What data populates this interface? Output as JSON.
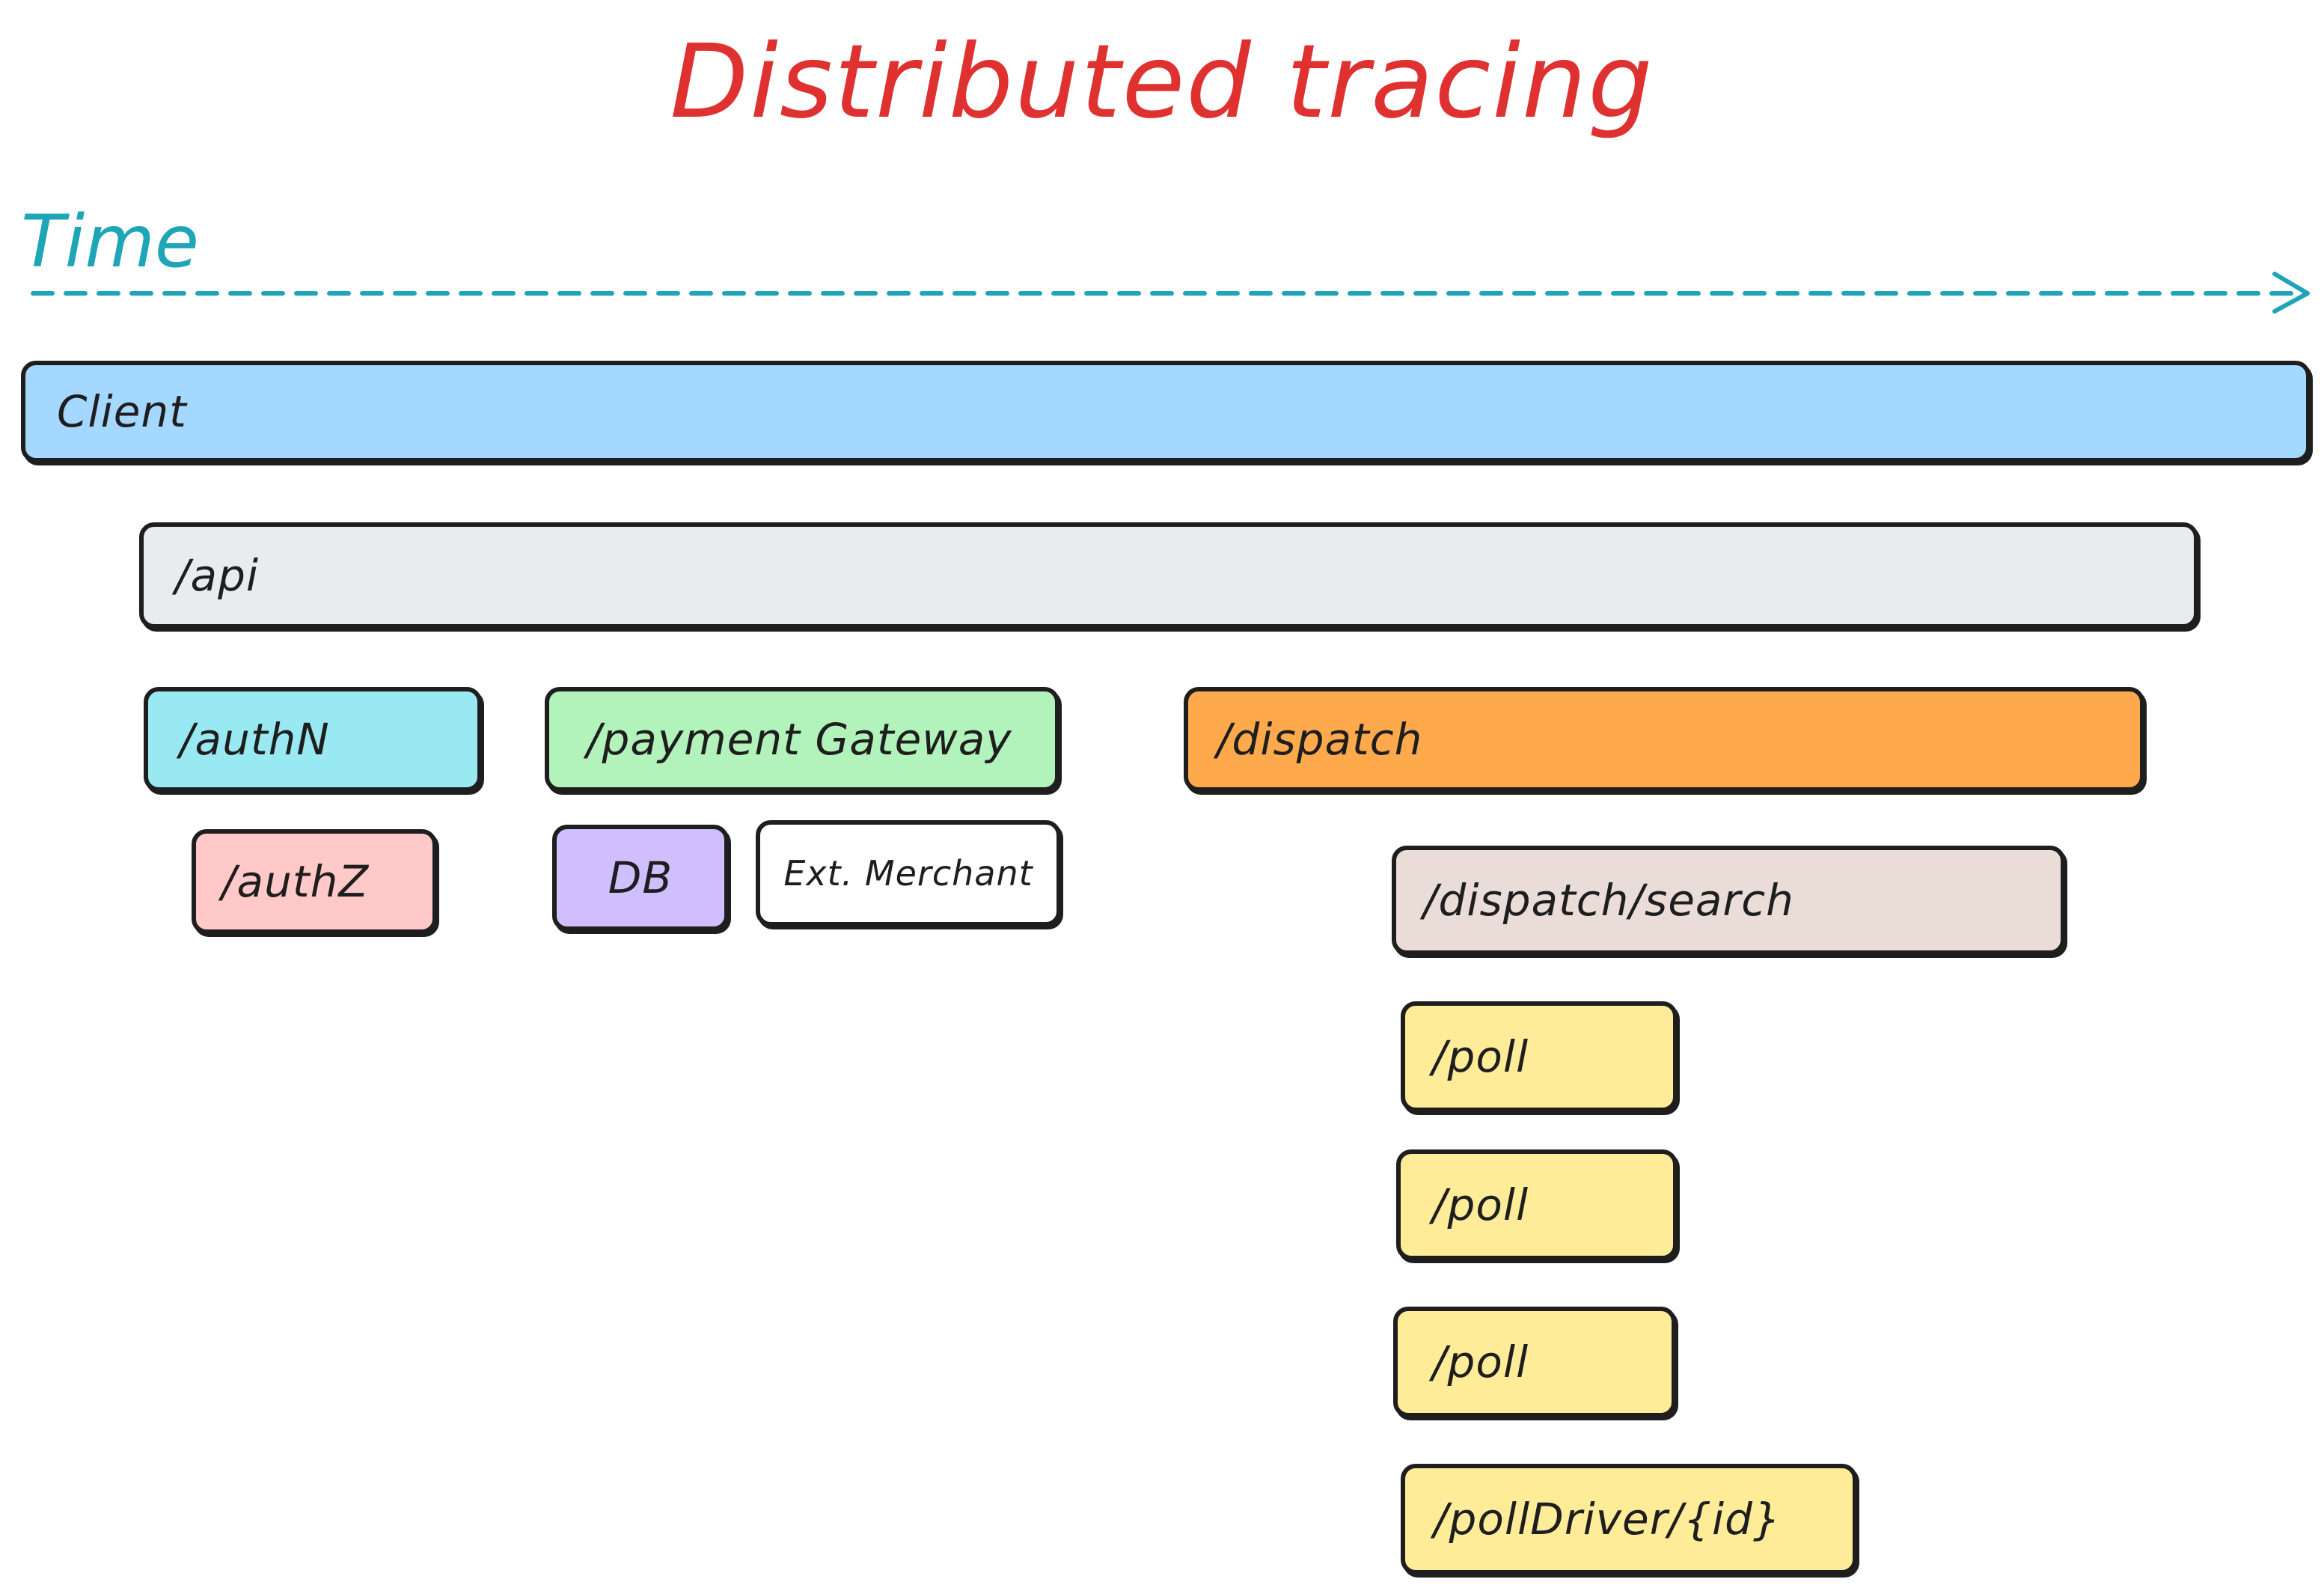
{
  "diagram": {
    "title": "Distributed tracing",
    "title_color": "#e03131",
    "axis": {
      "label": "Time",
      "color": "#1ea5b8"
    },
    "spans": [
      {
        "id": "client",
        "label": "Client",
        "color": "#a5d8ff"
      },
      {
        "id": "api",
        "label": "/api",
        "color": "#e9ecef"
      },
      {
        "id": "authn",
        "label": "/authN",
        "color": "#99e9f2"
      },
      {
        "id": "authz",
        "label": "/authZ",
        "color": "#ffc9c9"
      },
      {
        "id": "payment-gateway",
        "label": "/payment Gateway",
        "color": "#b2f2bb"
      },
      {
        "id": "db",
        "label": "DB",
        "color": "#d0bfff"
      },
      {
        "id": "ext-merchant",
        "label": "Ext. Merchant",
        "color": "#ffffff"
      },
      {
        "id": "dispatch",
        "label": "/dispatch",
        "color": "#ffa94d"
      },
      {
        "id": "dispatch-search",
        "label": "/dispatch/search",
        "color": "#eaddd7"
      },
      {
        "id": "poll-1",
        "label": "/poll",
        "color": "#ffec99"
      },
      {
        "id": "poll-2",
        "label": "/poll",
        "color": "#ffec99"
      },
      {
        "id": "poll-3",
        "label": "/poll",
        "color": "#ffec99"
      },
      {
        "id": "poll-driver",
        "label": "/pollDriver/{id}",
        "color": "#ffec99"
      }
    ]
  }
}
